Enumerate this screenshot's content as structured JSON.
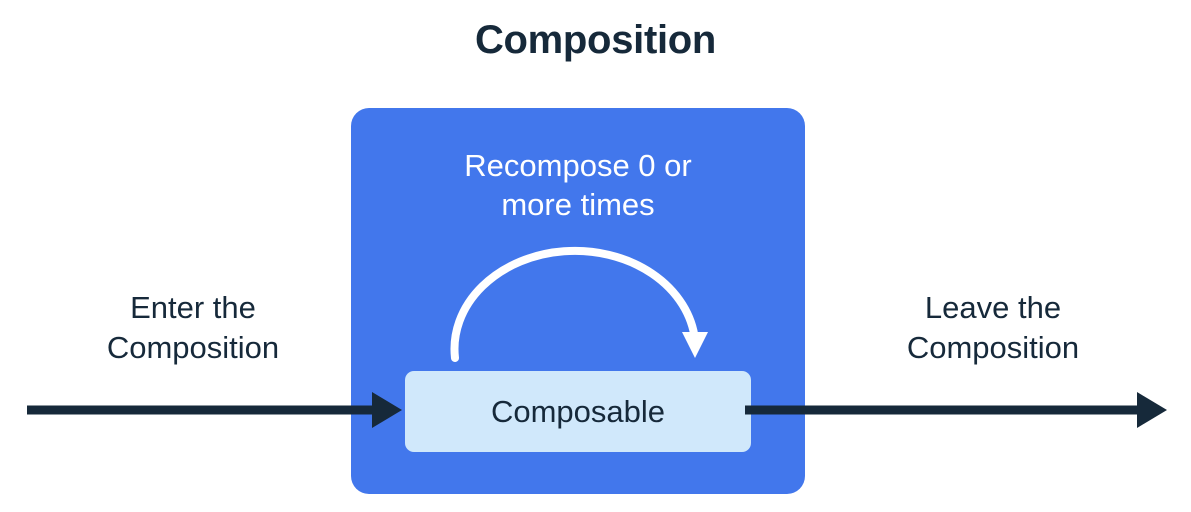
{
  "title": "Composition",
  "composition": {
    "recompose_label_line1": "Recompose 0 or",
    "recompose_label_line2": "more times",
    "composable_label": "Composable"
  },
  "enter": {
    "label_line1": "Enter the",
    "label_line2": "Composition"
  },
  "leave": {
    "label_line1": "Leave the",
    "label_line2": "Composition"
  },
  "icons": {
    "enter_arrow": "arrow-right-icon",
    "leave_arrow": "arrow-right-icon",
    "recompose_loop": "loop-arrow-icon"
  },
  "colors": {
    "background": "#ffffff",
    "composition_fill": "#4277ec",
    "composable_fill": "#d0e8fb",
    "text_dark": "#16293a",
    "text_light": "#ffffff",
    "arrow_dark": "#16293a",
    "loop_arc": "#ffffff"
  }
}
